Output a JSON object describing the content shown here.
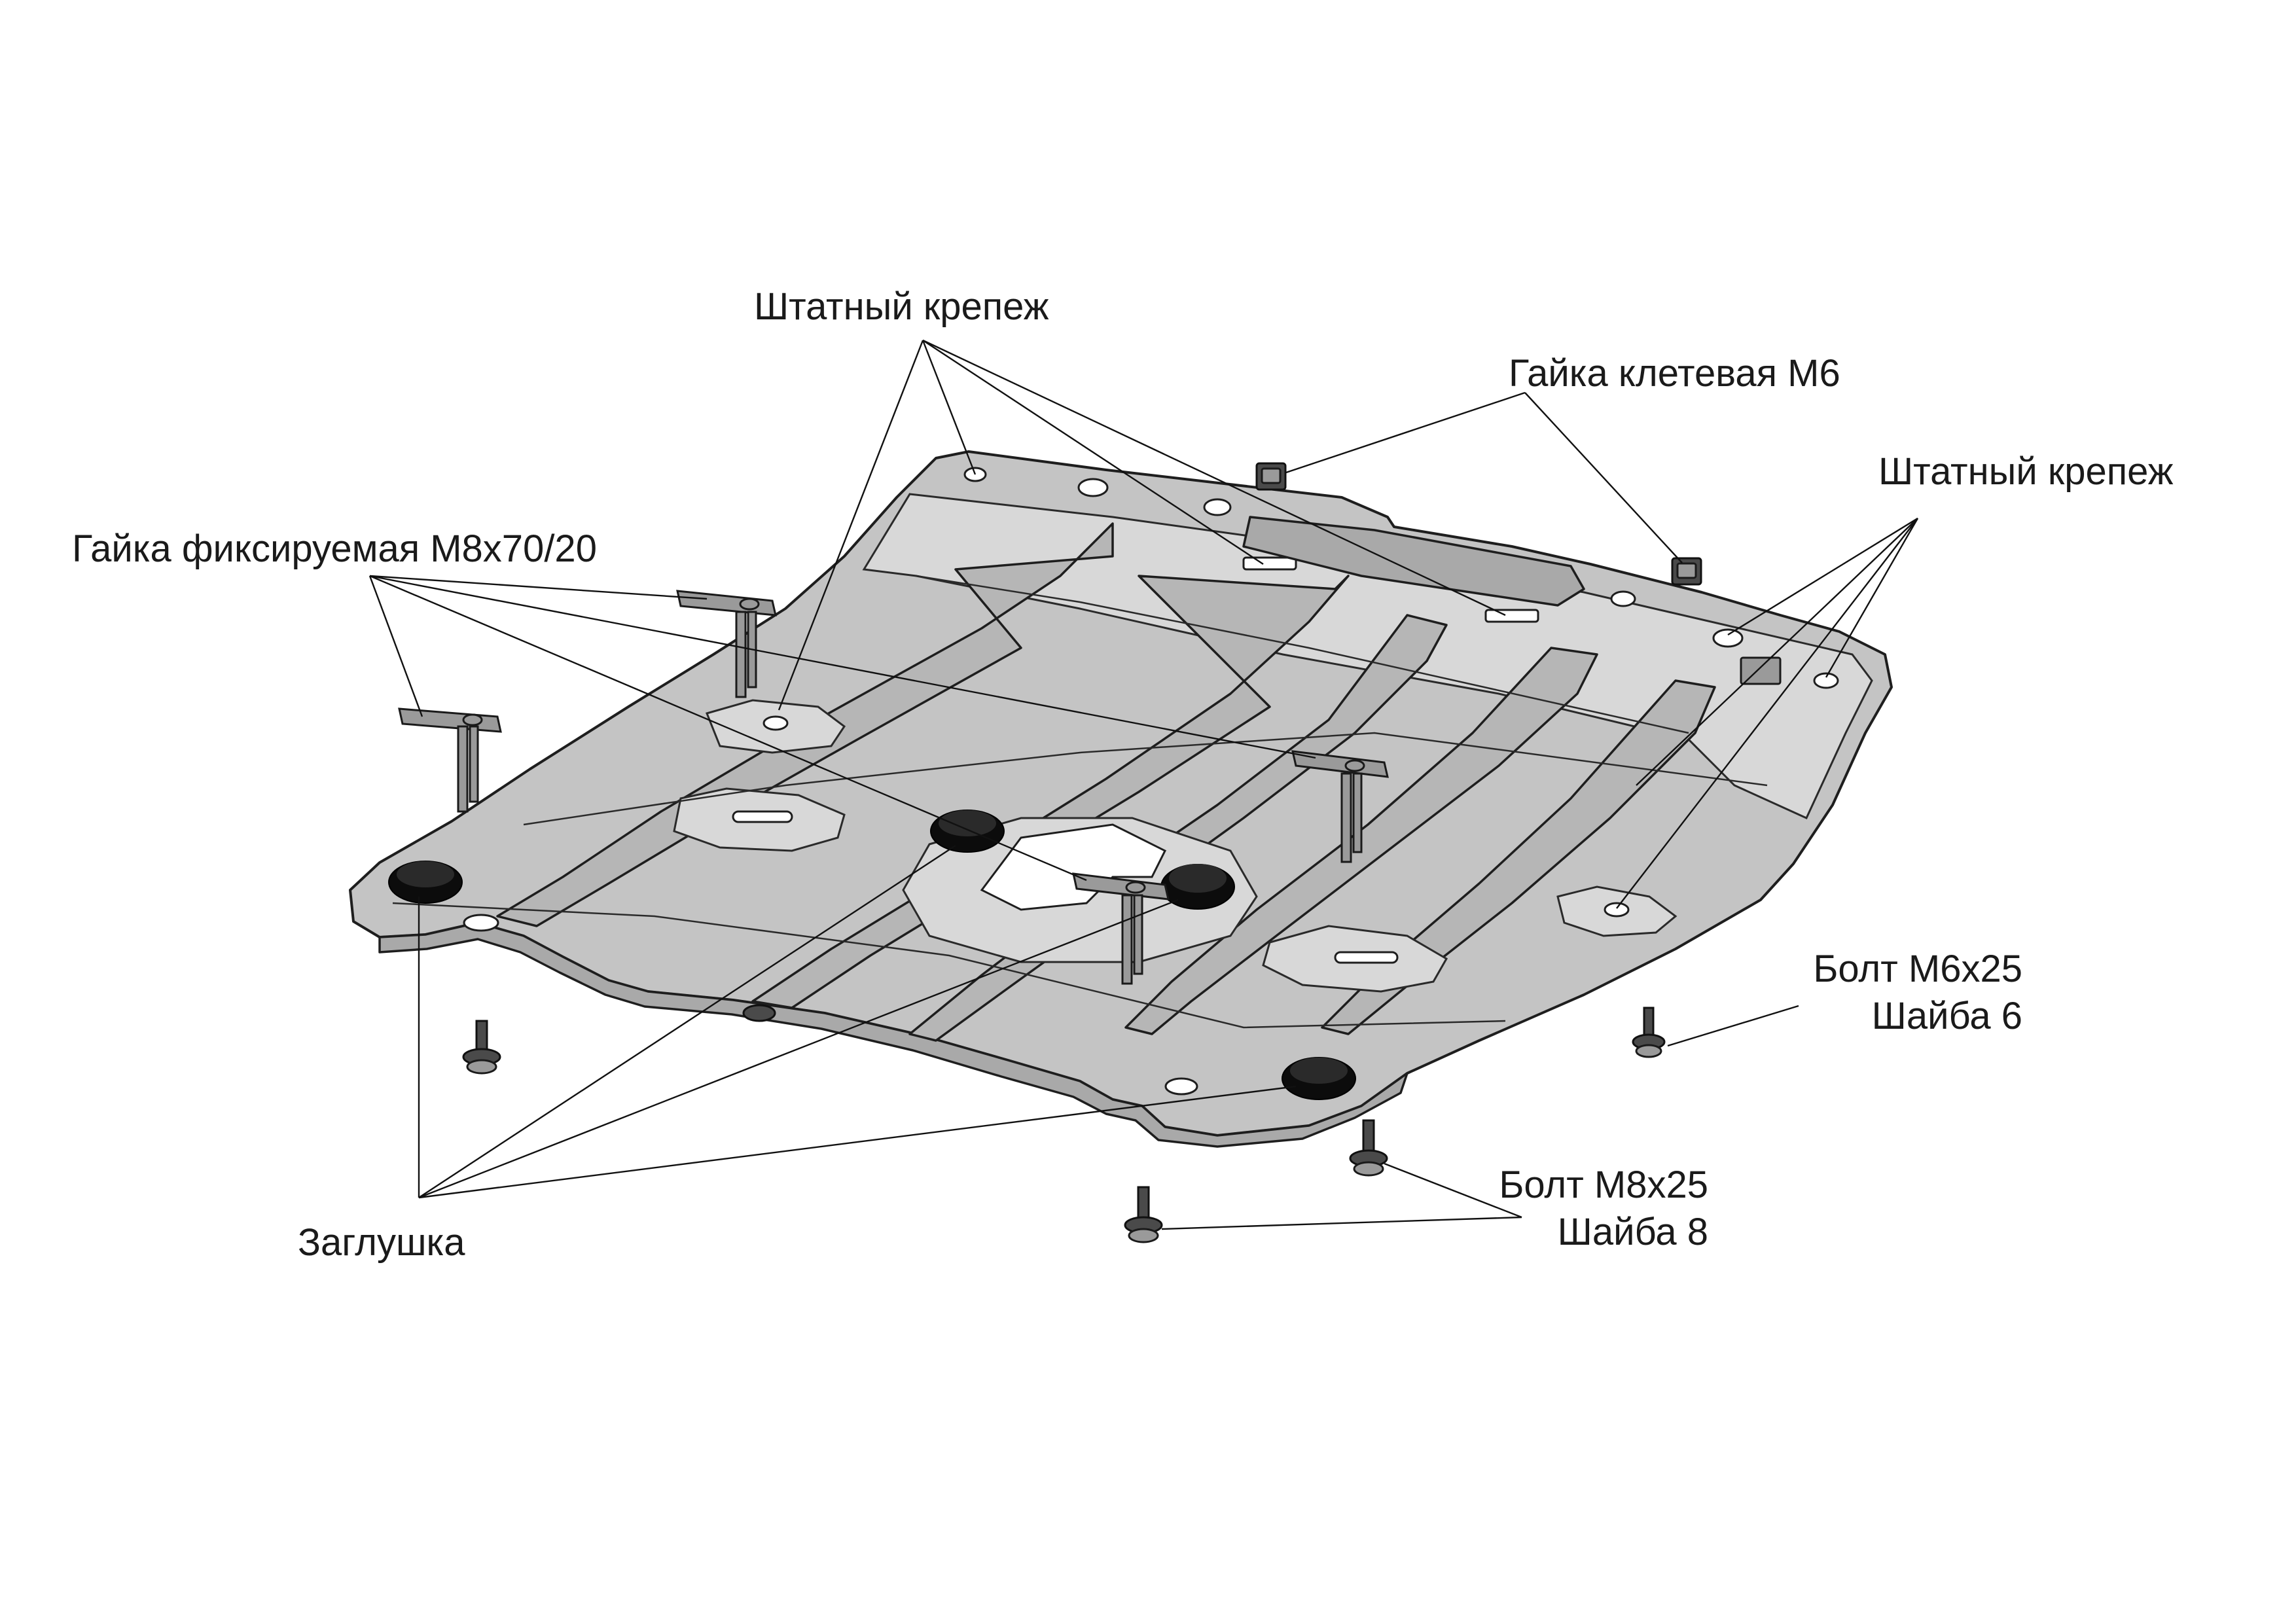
{
  "labels": {
    "standard_fastener_top": "Штатный крепеж",
    "cage_nut": "Гайка клетевая М6",
    "standard_fastener_right": "Штатный крепеж",
    "fixed_nut": "Гайка фиксируемая М8х70/20",
    "bolt_m6_line1": "Болт М6х25",
    "bolt_m6_line2": "Шайба 6",
    "bolt_m8_line1": "Болт М8х25",
    "bolt_m8_line2": "Шайба 8",
    "plug": "Заглушка"
  },
  "colors": {
    "plate": "#c4c4c4",
    "plug": "#0c0c0c",
    "lines": "#111111"
  }
}
